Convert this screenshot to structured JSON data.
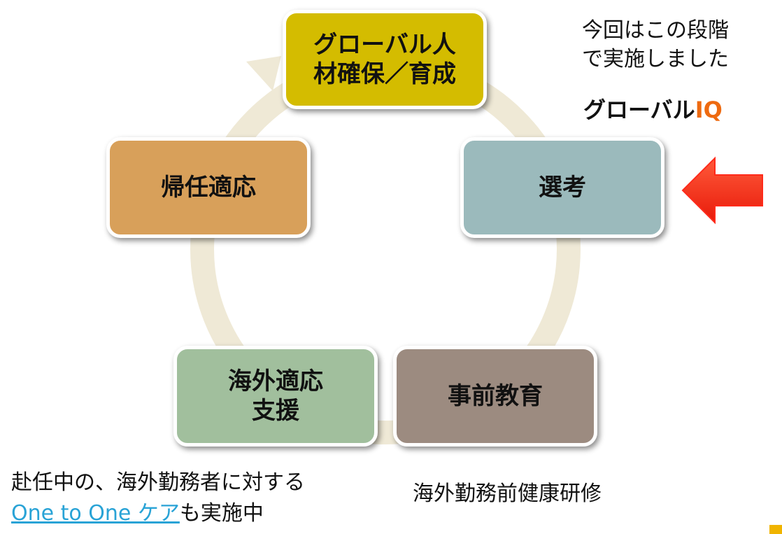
{
  "cycle": {
    "steps": [
      {
        "label": "グローバル人\n材確保／育成",
        "color": "#d4bc00"
      },
      {
        "label": "選考",
        "color": "#9bbabc"
      },
      {
        "label": "事前教育",
        "color": "#9c8b80"
      },
      {
        "label": "海外適応\n支援",
        "color": "#a1bf9d"
      },
      {
        "label": "帰任適応",
        "color": "#d8a05a"
      }
    ],
    "ring_color": "#efe9d6"
  },
  "note": {
    "phase_text": "今回はこの段階\nで実施しました",
    "brand_main": "グローバル",
    "brand_accent": "IQ",
    "brand_accent_color": "#ee6a10",
    "arrow_color": "#ff2a1a"
  },
  "captions": {
    "left_line1": "赴任中の、海外勤務者に対する",
    "left_link": "One to One ケア",
    "left_suffix": "も実施中",
    "right": "海外勤務前健康研修"
  }
}
